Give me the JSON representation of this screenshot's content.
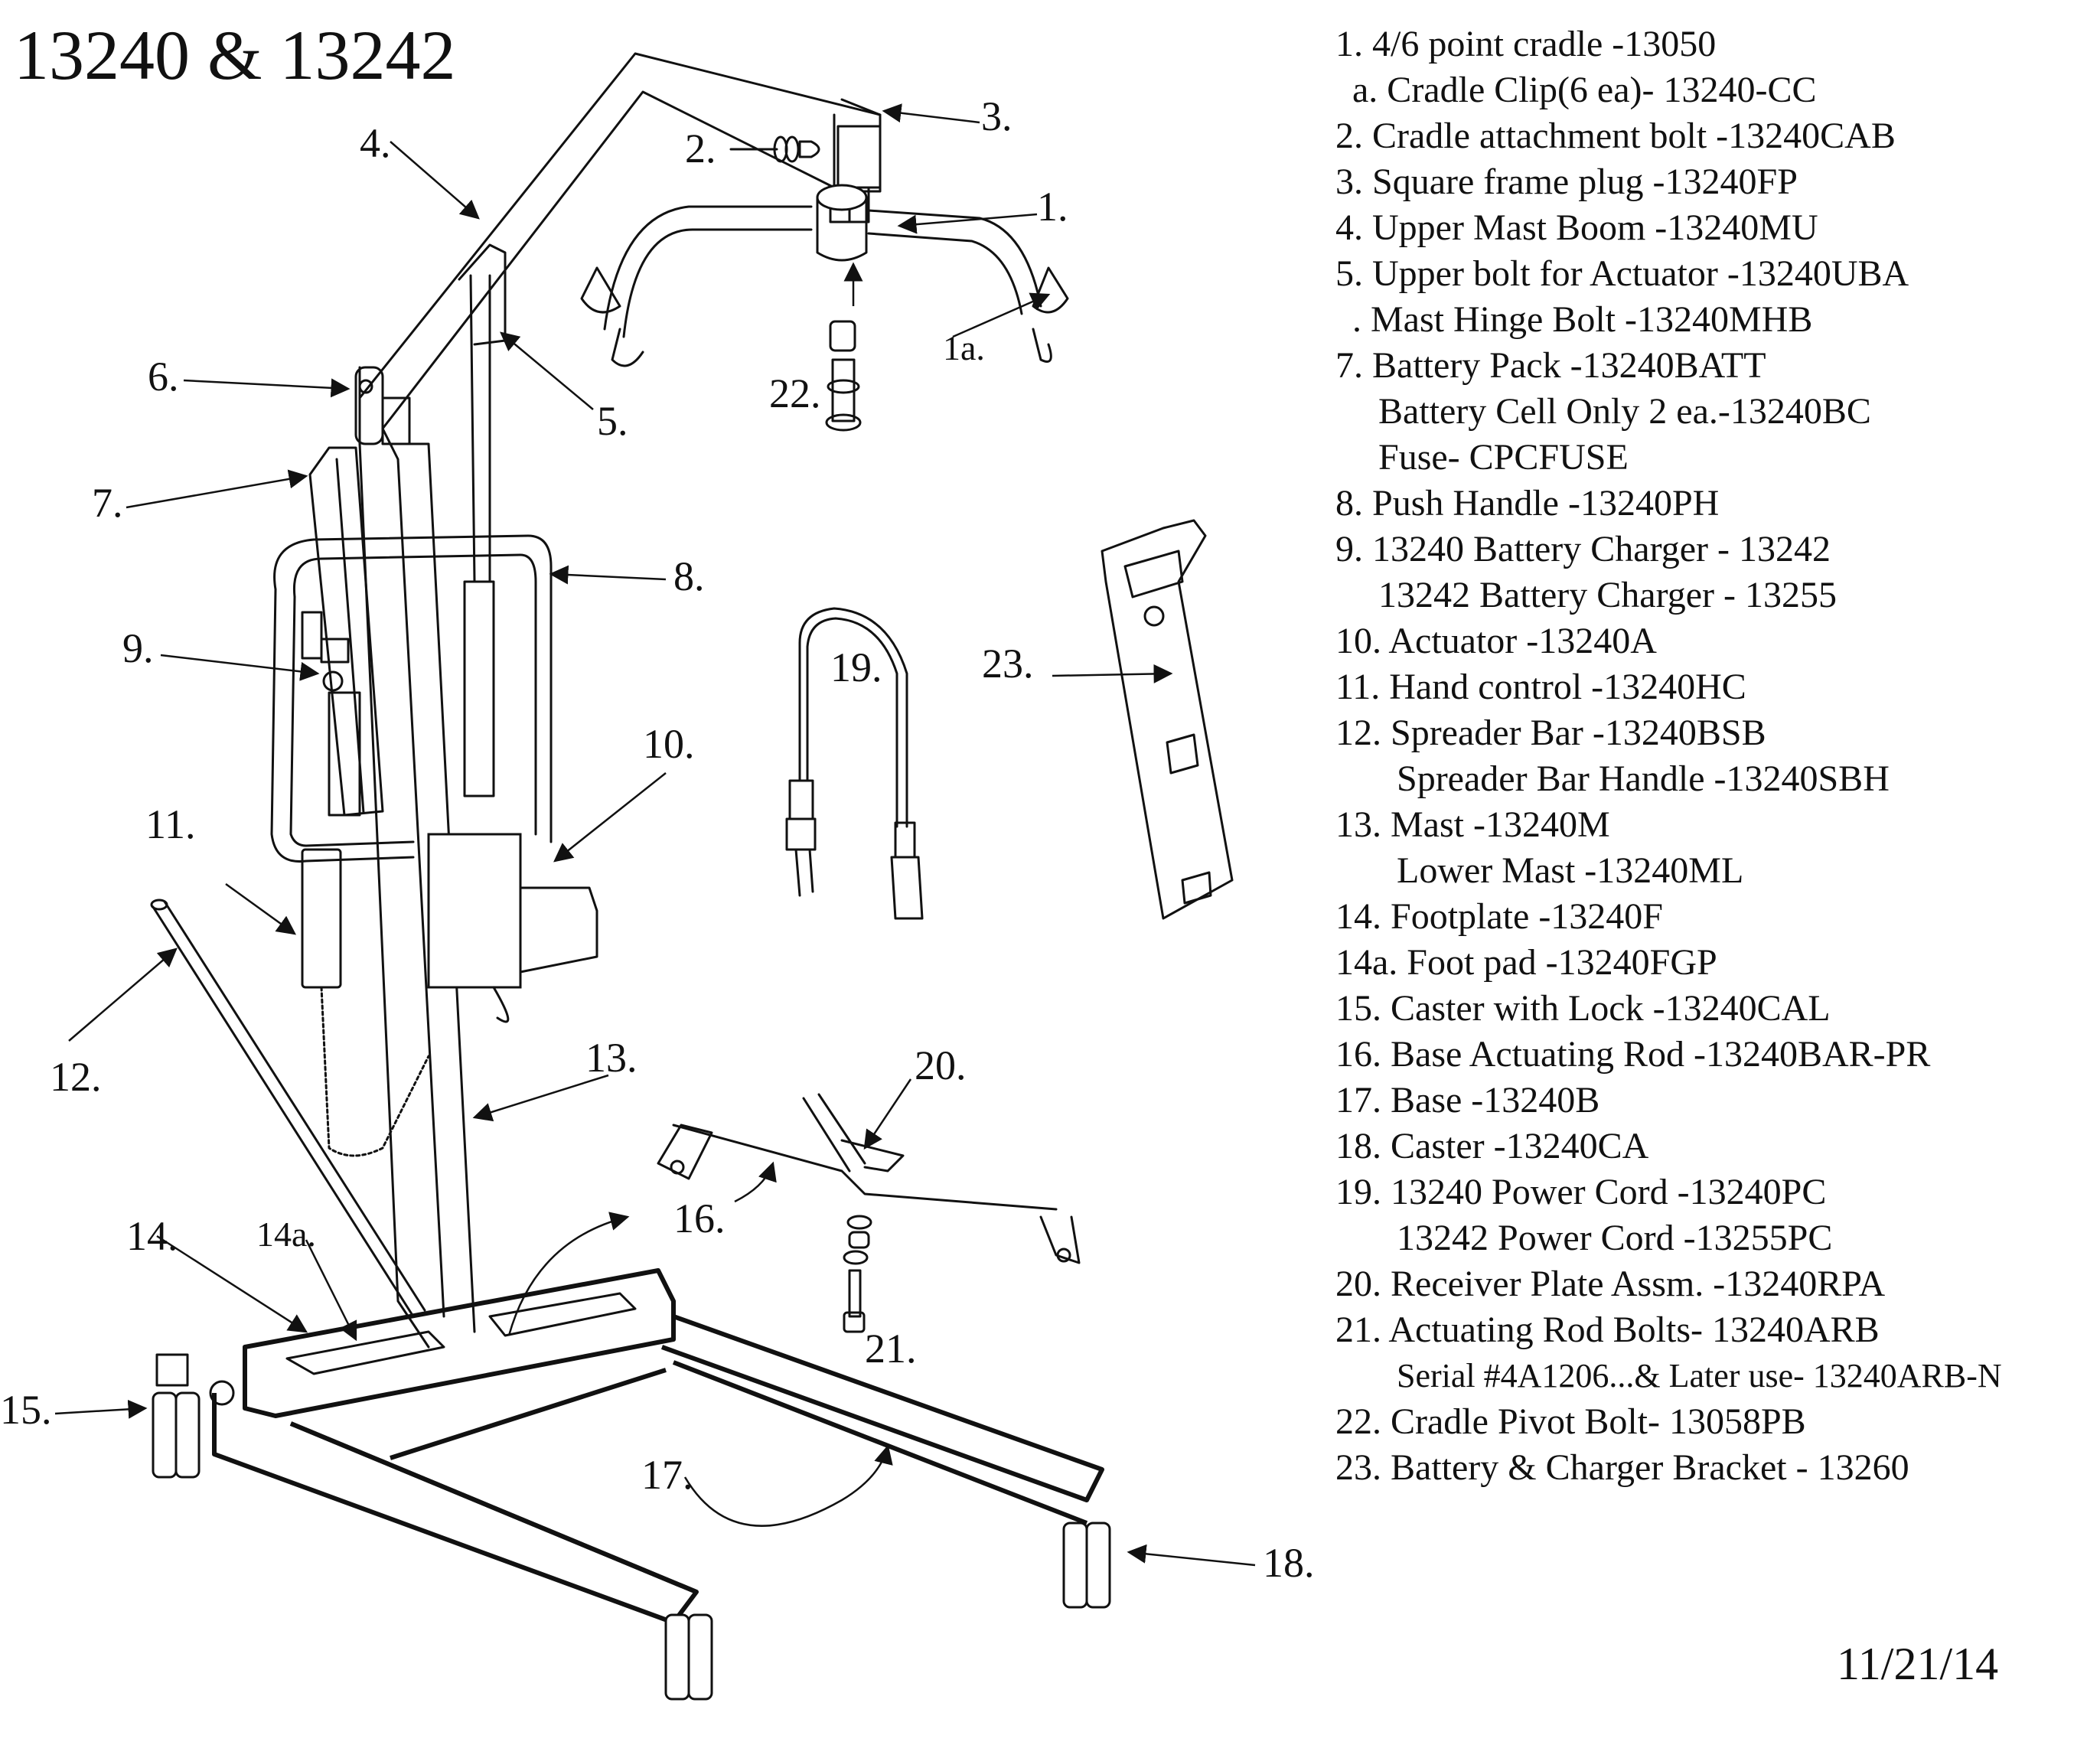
{
  "title": "13240 & 13242",
  "date": "11/21/14",
  "callouts": {
    "c1": "1.",
    "c1a": "1a.",
    "c2": "2.",
    "c3": "3.",
    "c4": "4.",
    "c5": "5.",
    "c6": "6.",
    "c7": "7.",
    "c8": "8.",
    "c9": "9.",
    "c10": "10.",
    "c11": "11.",
    "c12": "12.",
    "c13": "13.",
    "c14": "14.",
    "c14a": "14a.",
    "c15": "15.",
    "c16": "16.",
    "c17": "17.",
    "c18": "18.",
    "c19": "19.",
    "c20": "20.",
    "c21": "21.",
    "c22": "22.",
    "c23": "23."
  },
  "parts_list": [
    "1. 4/6 point cradle -13050",
    "a. Cradle Clip(6 ea)- 13240-CC",
    "2. Cradle attachment bolt -13240CAB",
    "3. Square frame plug -13240FP",
    "4. Upper Mast Boom -13240MU",
    "5. Upper bolt for Actuator -13240UBA",
    ". Mast Hinge Bolt -13240MHB",
    "7. Battery Pack -13240BATT",
    "Battery Cell Only 2 ea.-13240BC",
    "Fuse- CPCFUSE",
    "8. Push Handle -13240PH",
    "9. 13240 Battery Charger - 13242",
    "13242 Battery Charger - 13255",
    "10. Actuator -13240A",
    "11. Hand control -13240HC",
    "12. Spreader Bar -13240BSB",
    "Spreader Bar Handle -13240SBH",
    "13. Mast -13240M",
    "Lower Mast -13240ML",
    "14. Footplate -13240F",
    "14a. Foot pad -13240FGP",
    "15. Caster with Lock -13240CAL",
    "16. Base Actuating Rod -13240BAR-PR",
    "17. Base -13240B",
    "18. Caster -13240CA",
    "19. 13240 Power Cord -13240PC",
    "13242 Power Cord -13255PC",
    "20. Receiver Plate Assm. -13240RPA",
    "21. Actuating Rod Bolts- 13240ARB",
    "Serial #4A1206...& Later use- 13240ARB-N",
    "22. Cradle Pivot Bolt- 13058PB",
    "23. Battery & Charger Bracket - 13260"
  ]
}
